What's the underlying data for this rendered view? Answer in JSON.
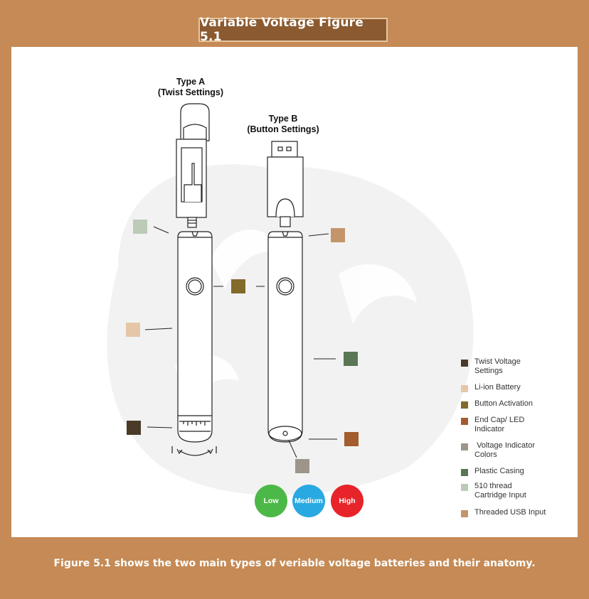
{
  "title": "Variable Voltage Figure 5.1",
  "caption": "Figure 5.1 shows the two main types of veriable voltage batteries and their anatomy.",
  "type_a": {
    "line1": "Type A",
    "line2": "(Twist Settings)"
  },
  "type_b": {
    "line1": "Type B",
    "line2": "(Button Settings)"
  },
  "voltage_levels": [
    {
      "label": "Low",
      "color": "#4cb847"
    },
    {
      "label": "Medium",
      "color": "#29a9e1"
    },
    {
      "label": "High",
      "color": "#e62429"
    }
  ],
  "legend": [
    {
      "label": "Twist Voltage Settings",
      "color": "#4a3b29"
    },
    {
      "label": "Li-ion Battery",
      "color": "#e5c7a8"
    },
    {
      "label": "Button Activation",
      "color": "#826a2a"
    },
    {
      "label": "End Cap/ LED Indicator",
      "color": "#a25c2d"
    },
    {
      "label": " Voltage Indicator Colors",
      "color": "#9e958a"
    },
    {
      "label": "Plastic Casing",
      "color": "#5a7654"
    },
    {
      "label": "510 thread Cartridge Input",
      "color": "#bccbb8"
    },
    {
      "label": "Threaded USB Input",
      "color": "#c4956b"
    }
  ],
  "colors": {
    "frame": "#c58a55",
    "title_bg": "#8b5a30",
    "watermark": "#f1f1f1"
  }
}
